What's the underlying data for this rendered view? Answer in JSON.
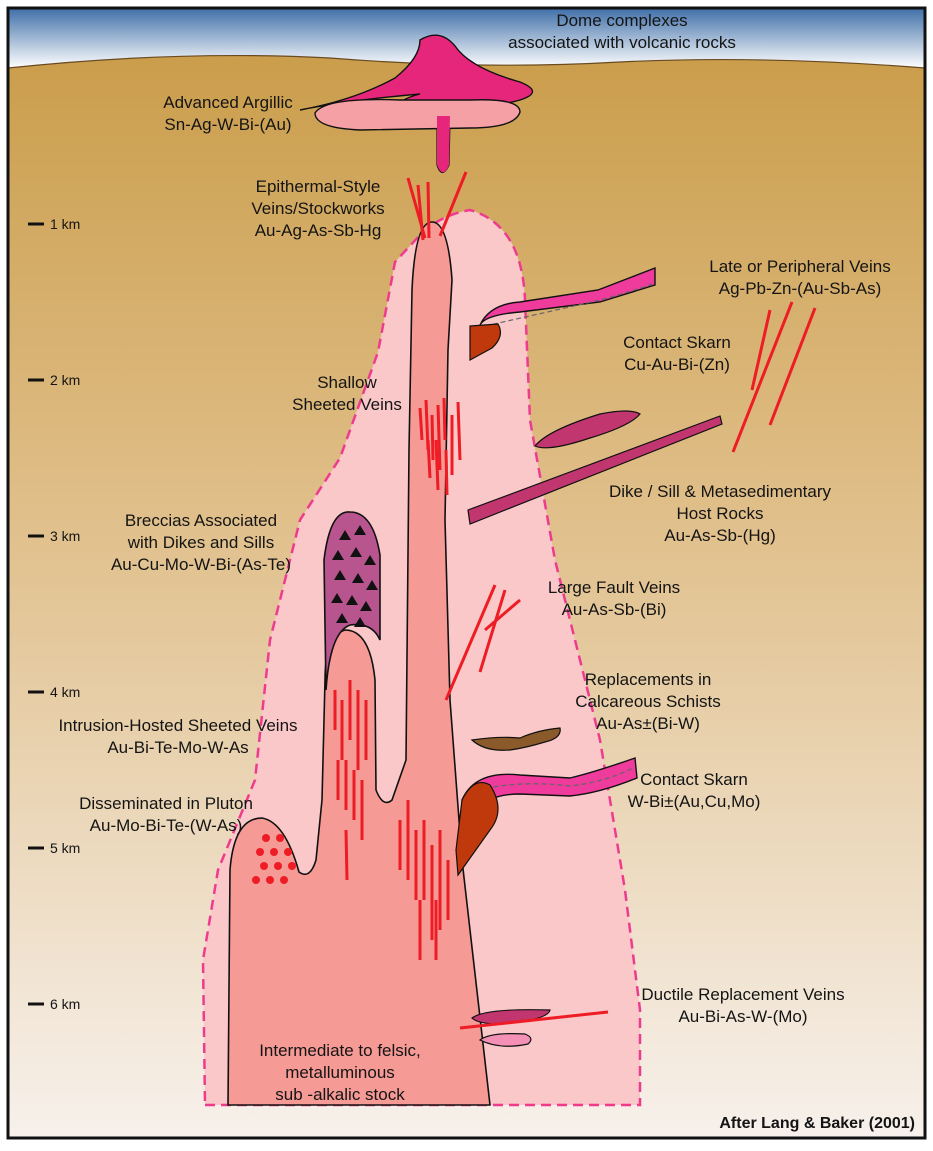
{
  "depth_scale": [
    "1 km",
    "2 km",
    "3 km",
    "4 km",
    "5 km",
    "6 km"
  ],
  "labels": {
    "dome": [
      "Dome complexes",
      "associated with volcanic rocks"
    ],
    "argillic": [
      "Advanced Argillic",
      "Sn-Ag-W-Bi-(Au)"
    ],
    "epithermal": [
      "Epithermal-Style",
      "Veins/Stockworks",
      "Au-Ag-As-Sb-Hg"
    ],
    "peripheral": [
      "Late or Peripheral Veins",
      "Ag-Pb-Zn-(Au-Sb-As)"
    ],
    "skarn_cu": [
      "Contact Skarn",
      "Cu-Au-Bi-(Zn)"
    ],
    "shallow": [
      "Shallow",
      "Sheeted Veins"
    ],
    "dike": [
      "Dike / Sill & Metasedimentary",
      "Host Rocks",
      "Au-As-Sb-(Hg)"
    ],
    "breccias": [
      "Breccias Associated",
      "with Dikes and Sills",
      "Au-Cu-Mo-W-Bi-(As-Te)"
    ],
    "fault": [
      "Large Fault Veins",
      "Au-As-Sb-(Bi)"
    ],
    "replacements": [
      "Replacements in",
      "Calcareous Schists",
      "Au-As±(Bi-W)"
    ],
    "intrusion": [
      "Intrusion-Hosted Sheeted Veins",
      "Au-Bi-Te-Mo-W-As"
    ],
    "skarn_w": [
      "Contact Skarn",
      "W-Bi±(Au,Cu,Mo)"
    ],
    "disseminated": [
      "Disseminated in Pluton",
      "Au-Mo-Bi-Te-(W-As)"
    ],
    "ductile": [
      "Ductile Replacement Veins",
      "Au-Bi-As-W-(Mo)"
    ],
    "stock": [
      "Intermediate to felsic,",
      "metalluminous",
      "sub -alkalic stock"
    ]
  },
  "credit": "After Lang & Baker (2001)",
  "colors": {
    "sky_top": "#3f6fa8",
    "sky_bottom": "#ffffff",
    "earth_top": "#c89a45",
    "earth_bottom": "#f7f1ec",
    "halo": "#fac8c8",
    "halo_border": "#ee3b8e",
    "pluton": "#f69a96",
    "breccia": "#b8558f",
    "vein": "#ee1c24",
    "skarn": "#ee3b9c",
    "skarn_dark": "#c0390c",
    "dike": "#c23670",
    "dome": "#e6267b",
    "argillic": "#f5a0a5",
    "replacement": "#8b5a2b"
  }
}
